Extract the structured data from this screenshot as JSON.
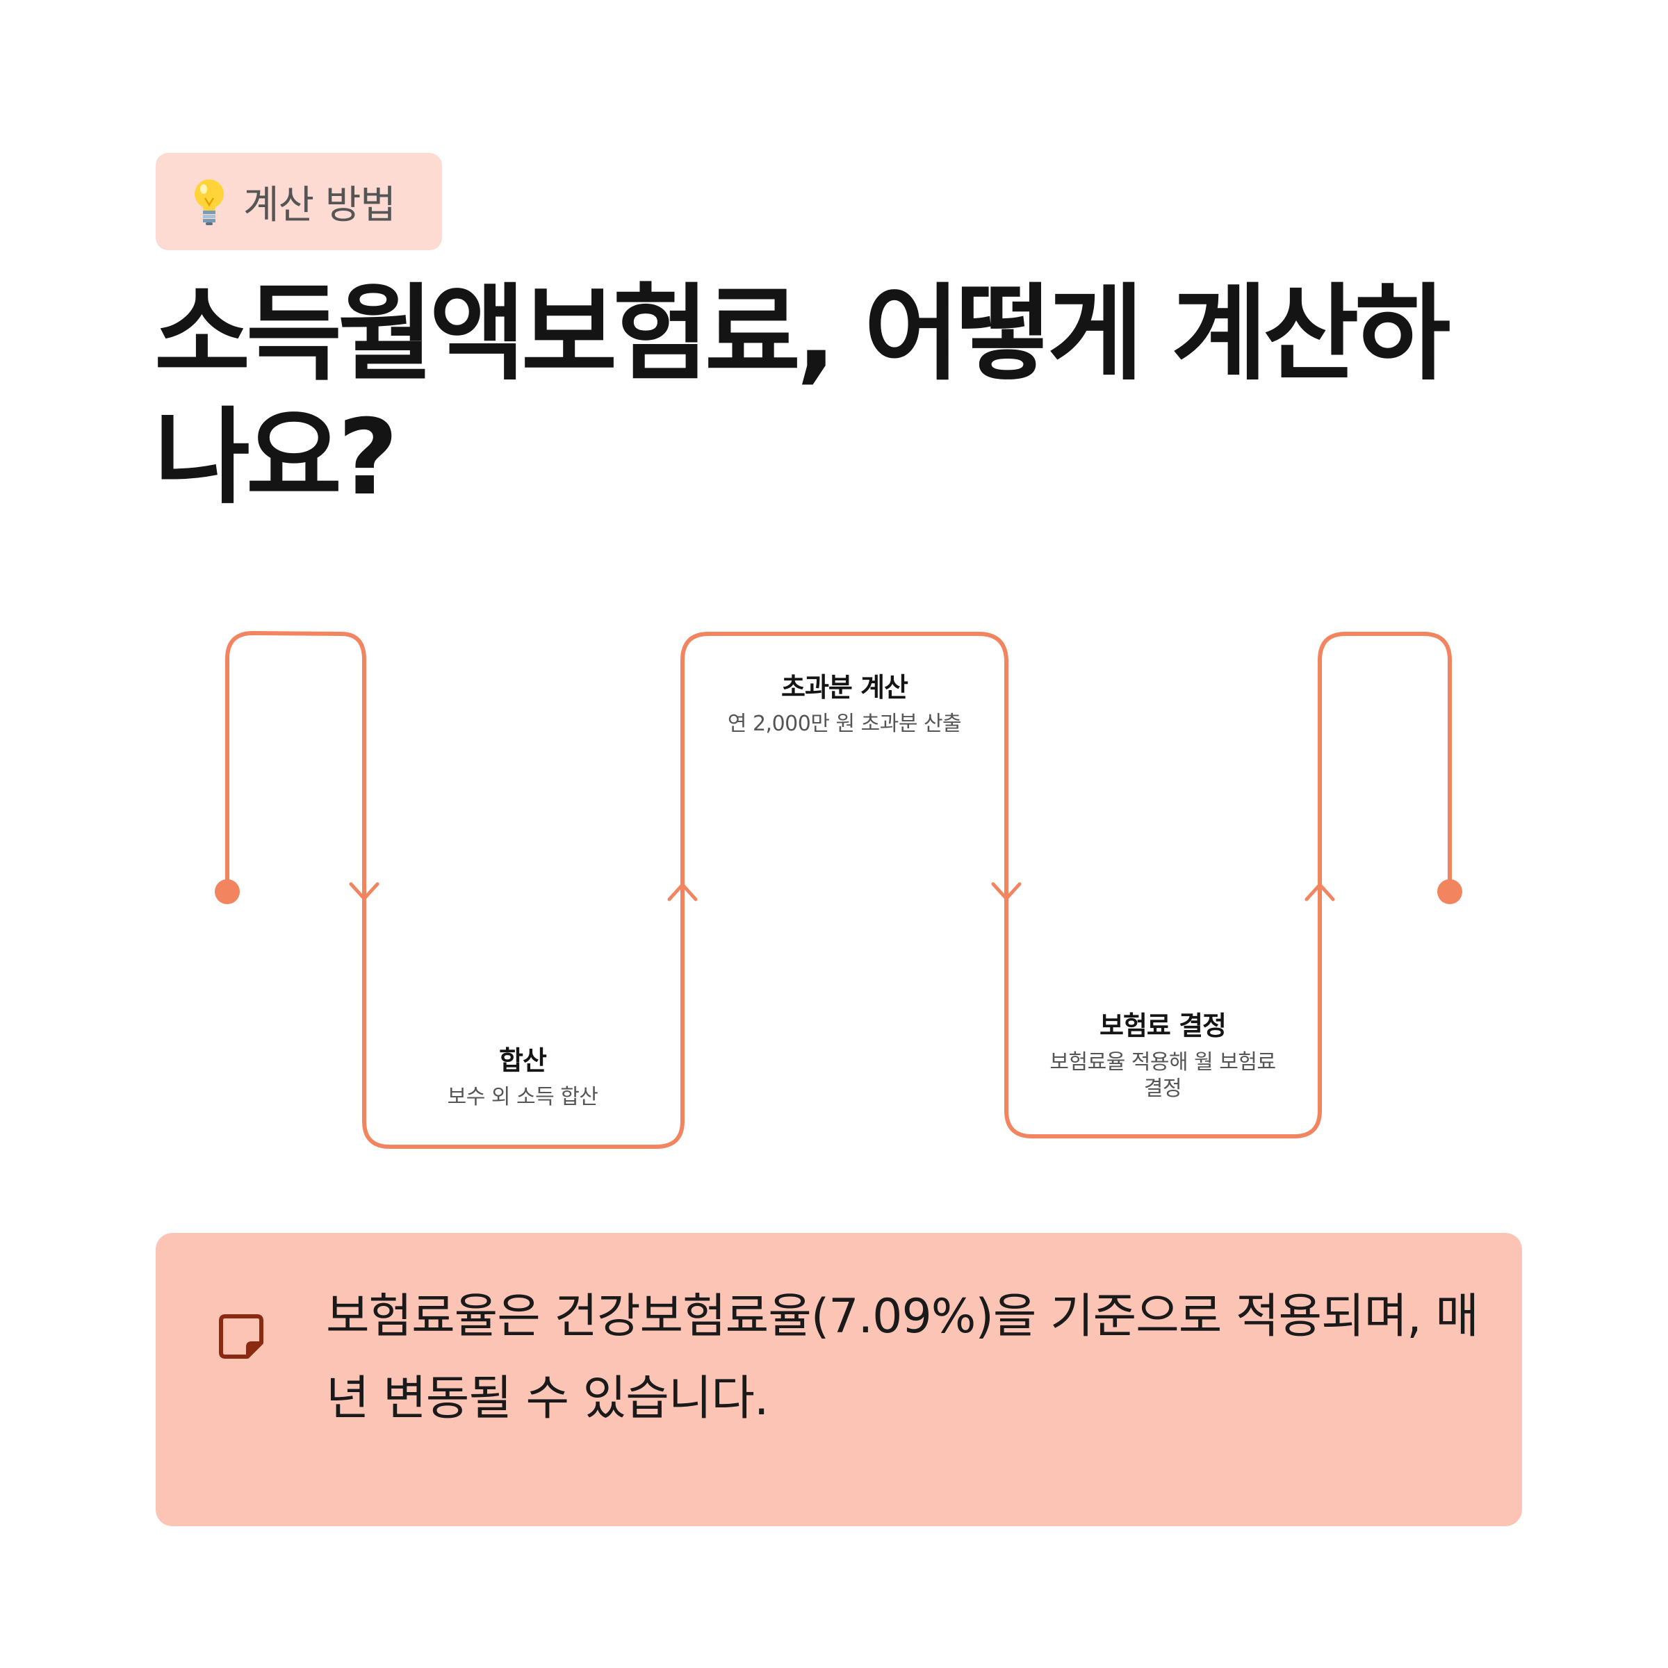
{
  "tag": {
    "icon": "lightbulb-icon",
    "label": "계산 방법",
    "background": "#fddbd2"
  },
  "title": "소득월액보험료, 어떻게 계산하나요?",
  "flow": {
    "line_color": "#f2845f",
    "steps": [
      {
        "title": "합산",
        "description": "보수 외 소득 합산"
      },
      {
        "title": "초과분 계산",
        "description": "연 2,000만 원 초과분 산출"
      },
      {
        "title": "보험료 결정",
        "description": "보험료율 적용해 월 보험료 결정"
      }
    ]
  },
  "note": {
    "icon": "sticky-note-icon",
    "text": "보험료율은 건강보험료율(7.09%)을 기준으로 적용되며, 매년 변동될 수 있습니다.",
    "background": "#fbc4b5",
    "icon_color": "#8a2a10"
  }
}
